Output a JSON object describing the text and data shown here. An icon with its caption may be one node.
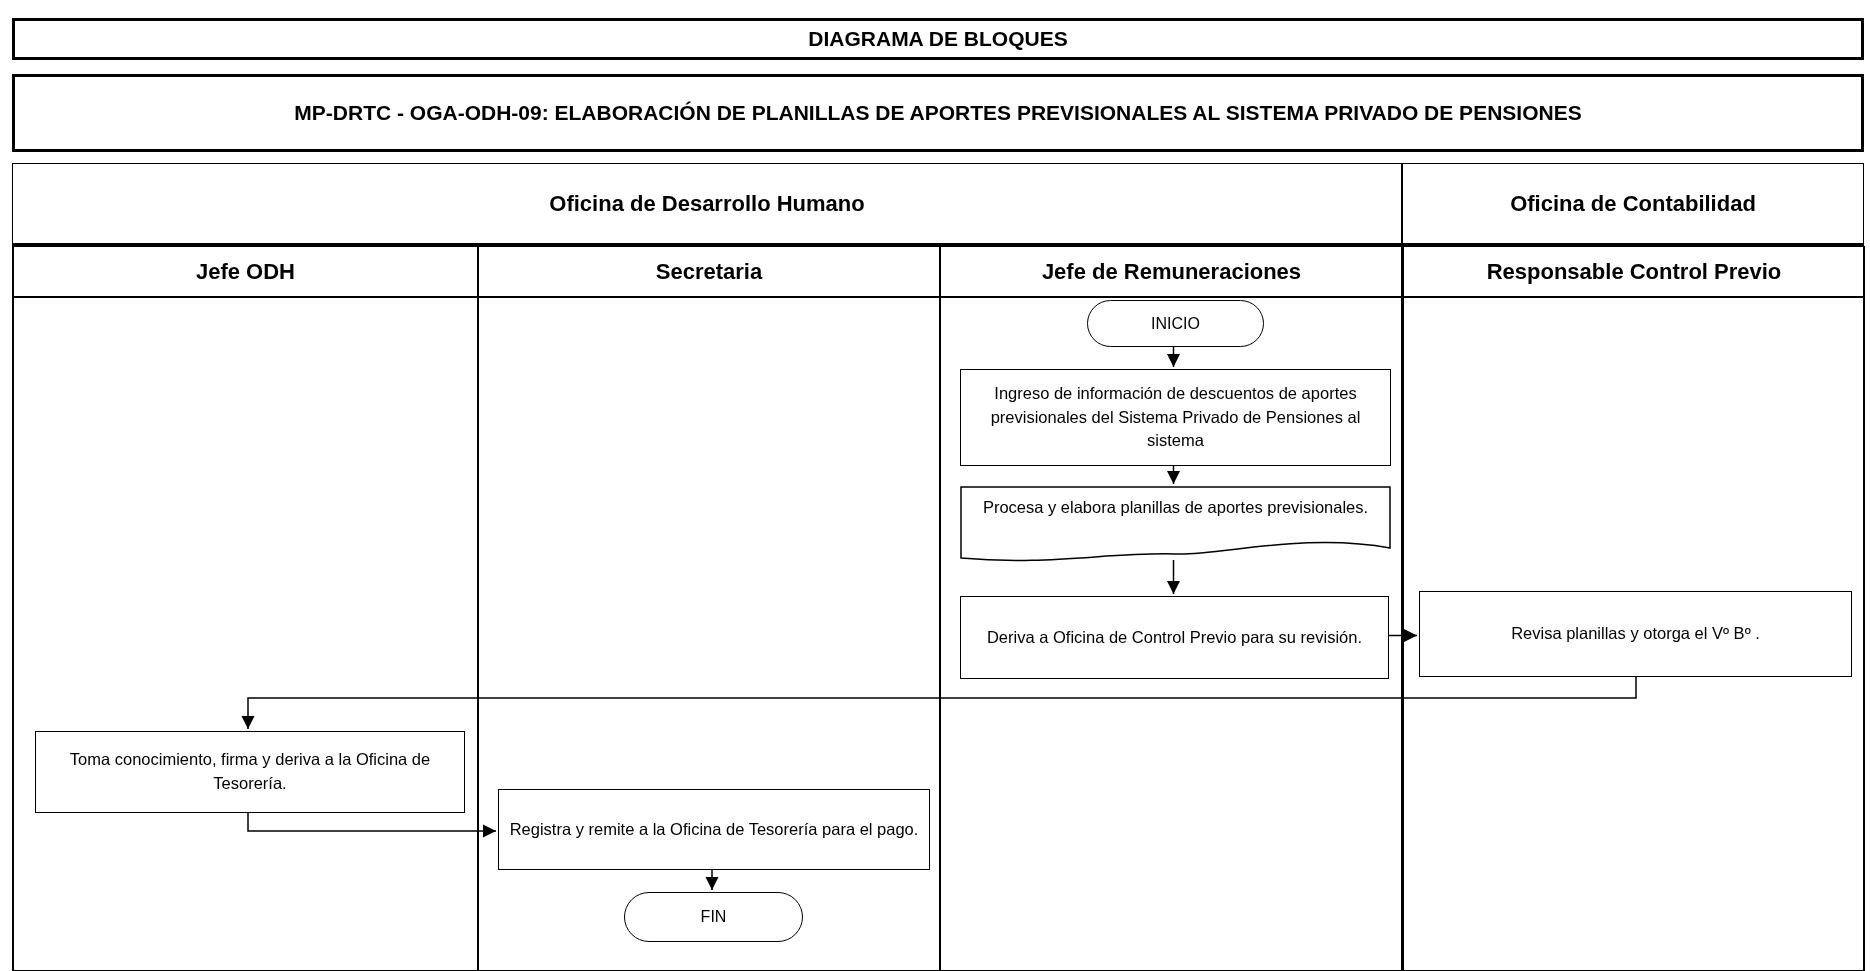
{
  "diagram": {
    "title": "DIAGRAMA DE BLOQUES",
    "nodes": [
      {
        "text": [
          "Oficina de Desarrollo Humano"
        ]
      },
      {
        "text": [
          "Oficina de Contabilidad"
        ]
      },
      {
        "text": [
          "Jefe ODH"
        ],
        "in": 0
      },
      {
        "text": [
          "Secretaria"
        ],
        "in": 0
      },
      {
        "text": [
          "Jefe de Remuneraciones"
        ],
        "in": 0
      },
      {
        "text": [
          "Responsable Control Previo"
        ],
        "in": 1
      },
      {
        "text": [
          "INICIO"
        ],
        "in": 4
      },
      {
        "text": [
          "Ingreso de información de descuentos de aportes previsionales del Sistema Privado de Pensiones al sistema"
        ],
        "in": 4
      },
      {
        "text": [
          "Procesa y elabora planillas de aportes previsionales."
        ],
        "in": 4
      },
      {
        "text": [
          "Deriva a Oficina de Control Previo para su revisión."
        ],
        "in": 4
      },
      {
        "text": [
          "Revisa planillas y otorga el Vº Bº ."
        ],
        "in": 5
      },
      {
        "text": [
          "Toma conocimiento, firma y deriva a la Oficina de Tesorería."
        ],
        "in": 2
      },
      {
        "text": [
          "Registra y remite a la Oficina de Tesorería para el pago."
        ],
        "in": 3
      },
      {
        "text": [
          "FIN"
        ],
        "in": 3
      }
    ],
    "edges": [
      {
        "from": 6,
        "to": 7,
        "arrow": "to"
      },
      {
        "from": 7,
        "to": 8,
        "arrow": "to"
      },
      {
        "from": 8,
        "to": 9,
        "arrow": "to"
      },
      {
        "from": 9,
        "to": 10,
        "arrow": "to"
      },
      {
        "from": 10,
        "to": 11,
        "arrow": "to"
      },
      {
        "from": 11,
        "to": 12,
        "arrow": "to"
      },
      {
        "from": 12,
        "to": 13,
        "arrow": "to"
      }
    ],
    "labels": [
      "MP-DRTC - OGA-ODH-09: ELABORACIÓN DE PLANILLAS DE APORTES PREVISIONALES AL SISTEMA PRIVADO DE PENSIONES"
    ]
  }
}
